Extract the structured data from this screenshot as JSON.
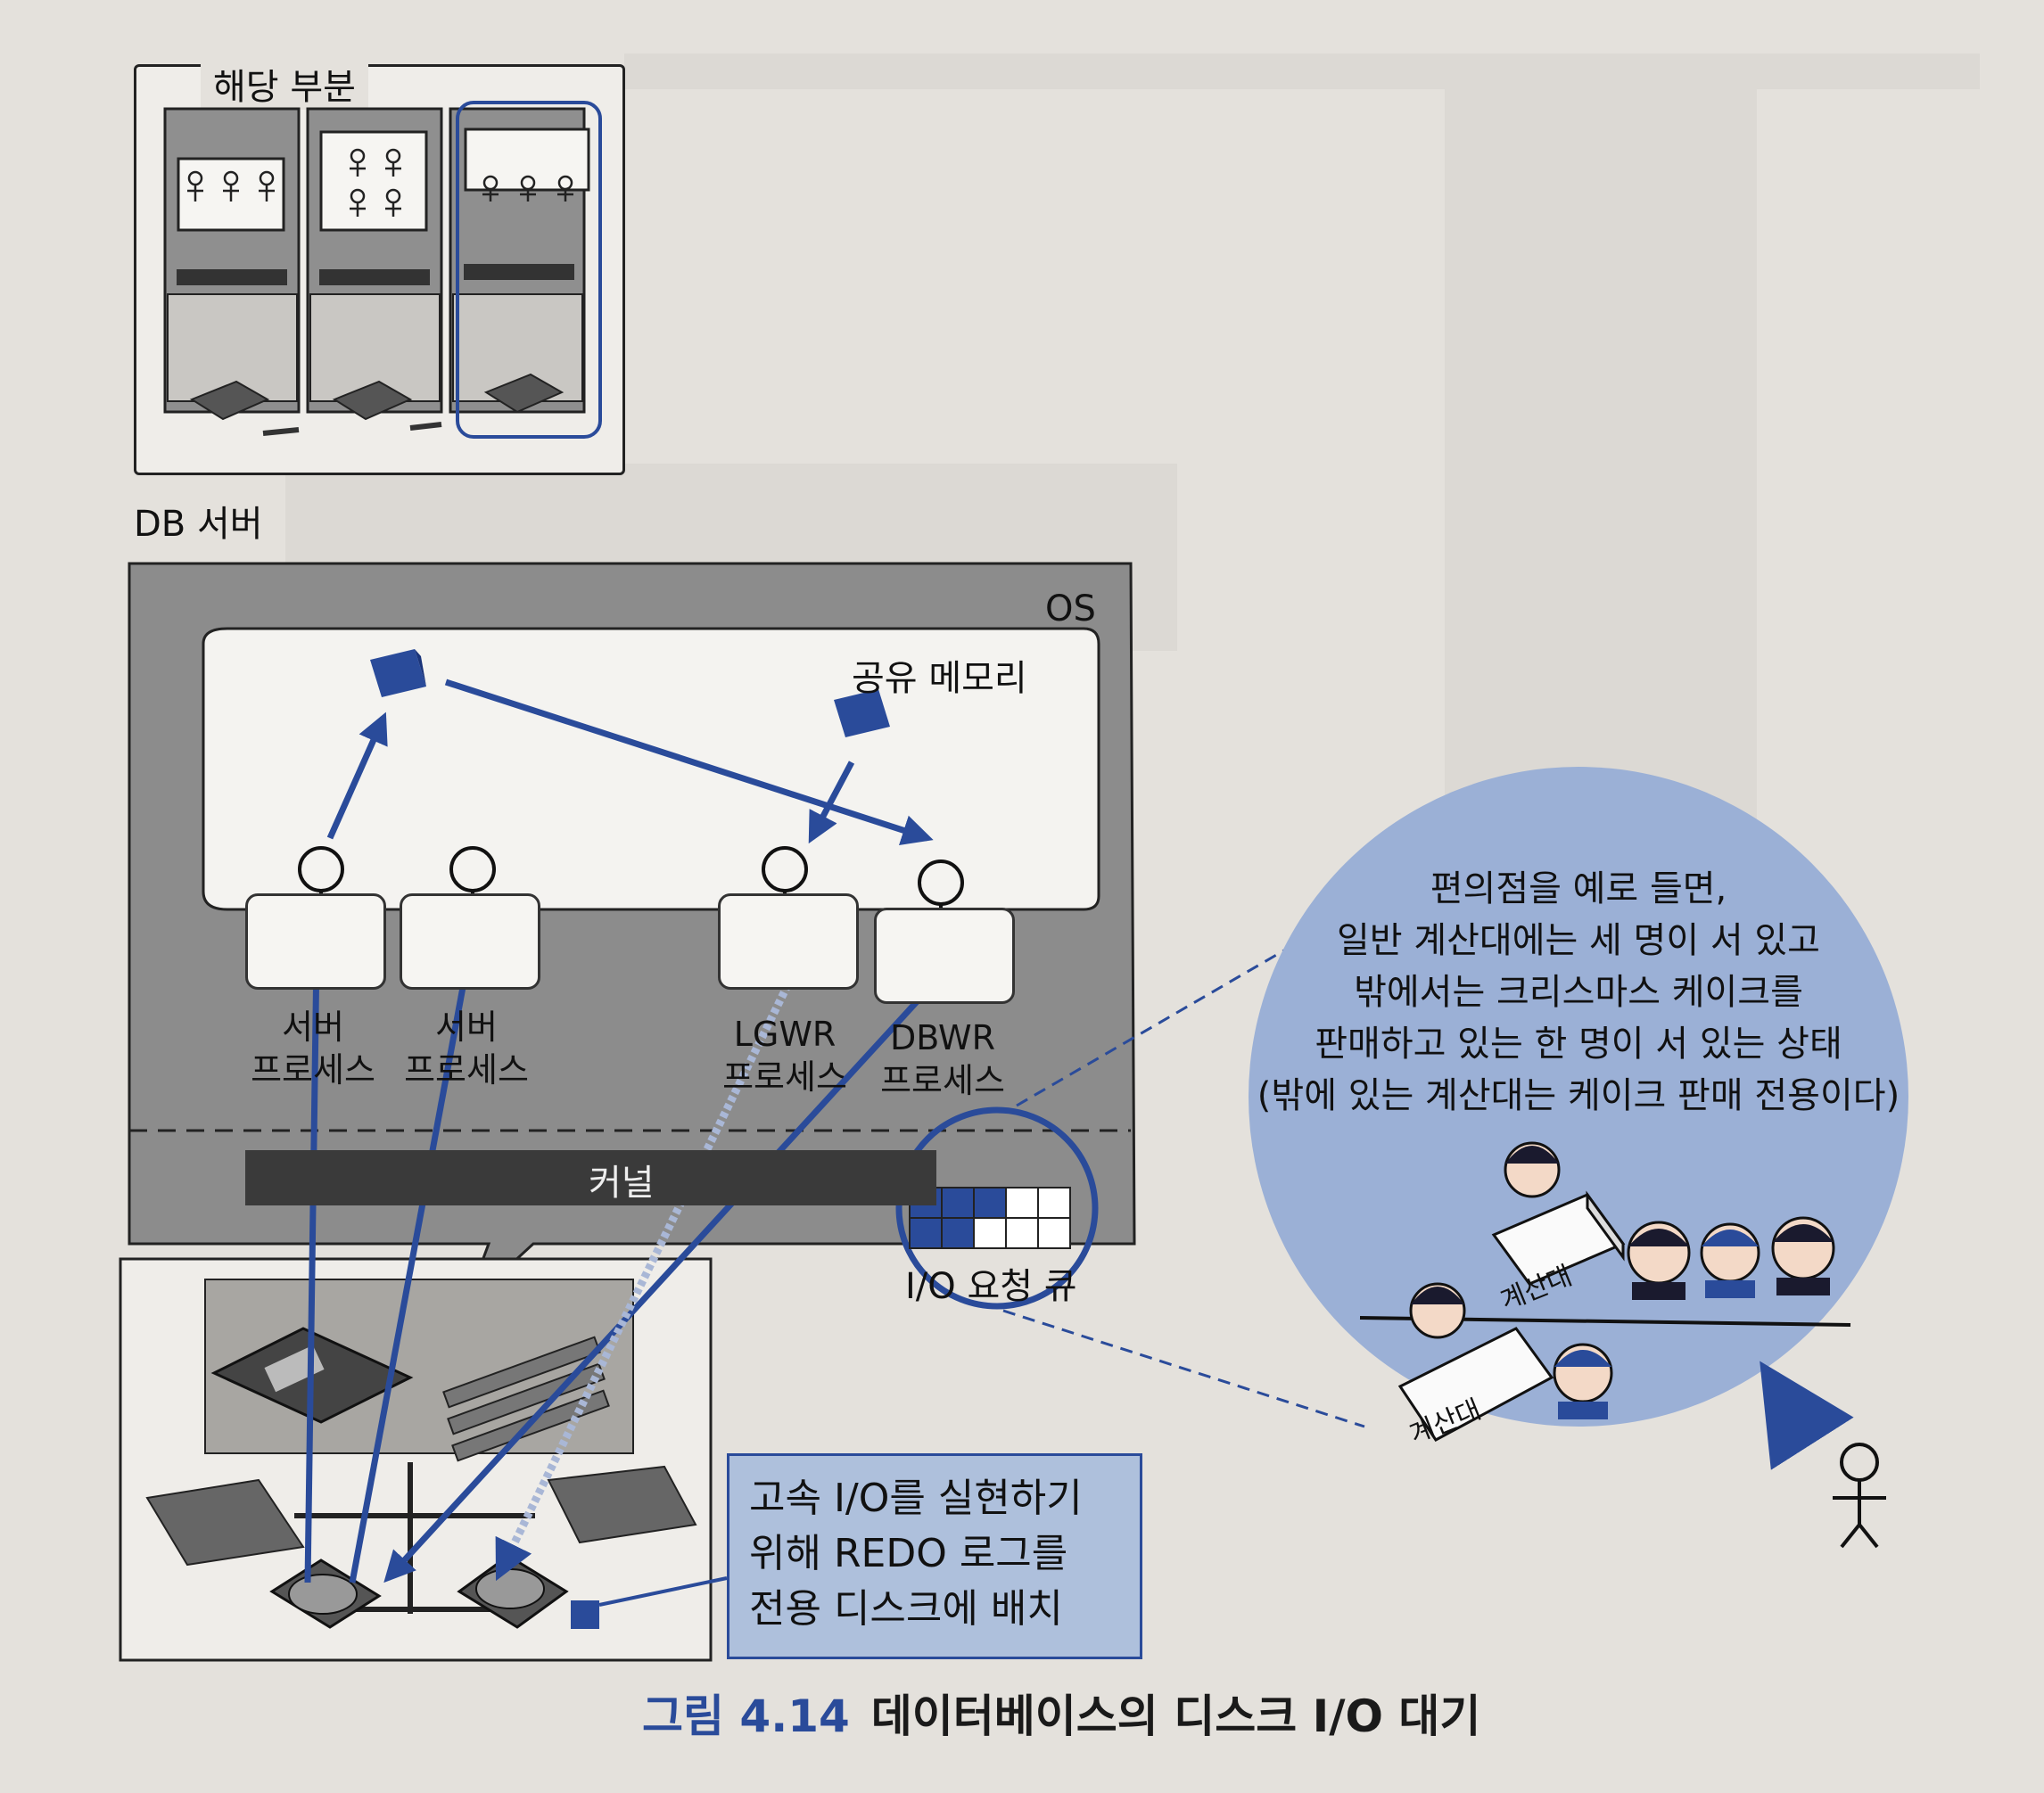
{
  "rack_overview": {
    "label": "해당 부분"
  },
  "db_server": {
    "label": "DB 서버",
    "os_label": "OS",
    "shared_memory_label": "공유 메모리",
    "kernel_label": "커널",
    "io_queue_label": "I/O 요청 큐",
    "processes": [
      {
        "name_line1": "서버",
        "name_line2": "프로세스"
      },
      {
        "name_line1": "서버",
        "name_line2": "프로세스"
      },
      {
        "name_line1": "LGWR",
        "name_line2": "프로세스"
      },
      {
        "name_line1": "DBWR",
        "name_line2": "프로세스"
      }
    ]
  },
  "redo_note": {
    "lines": [
      "고속 I/O를 실현하기",
      "위해 REDO 로그를",
      "전용 디스크에 배치"
    ]
  },
  "analogy": {
    "lines": [
      "편의점을 예로 들면,",
      "일반 계산대에는 세 명이 서 있고",
      "밖에서는 크리스마스 케이크를",
      "판매하고 있는 한 명이 서 있는 상태",
      "(밖에 있는 계산대는 케이크 판매 전용이다)"
    ],
    "counter_label": "계산대"
  },
  "caption": {
    "number": "그림 4.14",
    "title": "데이터베이스의 디스크 I/O 대기"
  },
  "colors": {
    "accent": "#2a4b9a",
    "bubble": "#9bb0d6",
    "note_bg": "#aec0dc",
    "paper": "#e4e1dc"
  }
}
